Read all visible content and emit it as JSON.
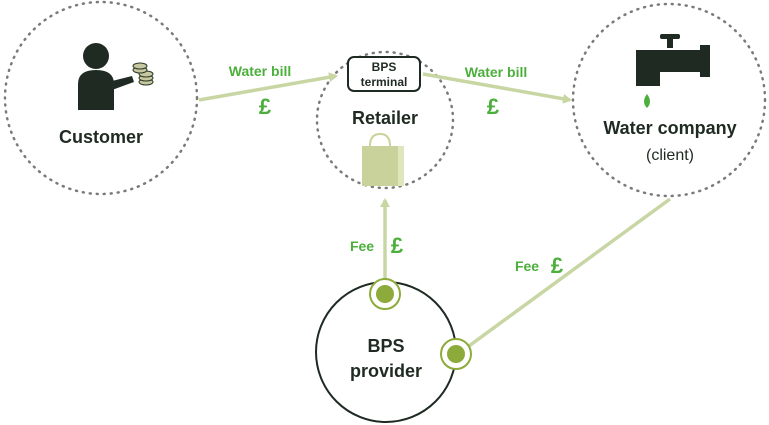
{
  "nodes": {
    "customer": {
      "title": "Customer"
    },
    "retailer": {
      "title": "Retailer",
      "terminal": [
        "BPS",
        "terminal"
      ]
    },
    "water": {
      "title": "Water company",
      "subtitle": "(client)"
    },
    "provider": {
      "title_line1": "BPS",
      "title_line2": "provider"
    }
  },
  "flows": {
    "customer_to_retailer": {
      "label": "Water bill",
      "currency": "£"
    },
    "retailer_to_water": {
      "label": "Water bill",
      "currency": "£"
    },
    "provider_to_retailer": {
      "label": "Fee",
      "currency": "£"
    },
    "water_to_provider": {
      "label": "Fee",
      "currency": "£"
    }
  },
  "colors": {
    "arrow": "#c8d6a4",
    "accent_green": "#4caf3c",
    "dark": "#1f2b22",
    "node_fill_olive": "#8cab3a",
    "bag": "#c9d29a",
    "water_drop": "#4caf3c"
  },
  "icons": [
    "person-with-coins-icon",
    "shopping-bag-icon",
    "water-tap-icon"
  ]
}
